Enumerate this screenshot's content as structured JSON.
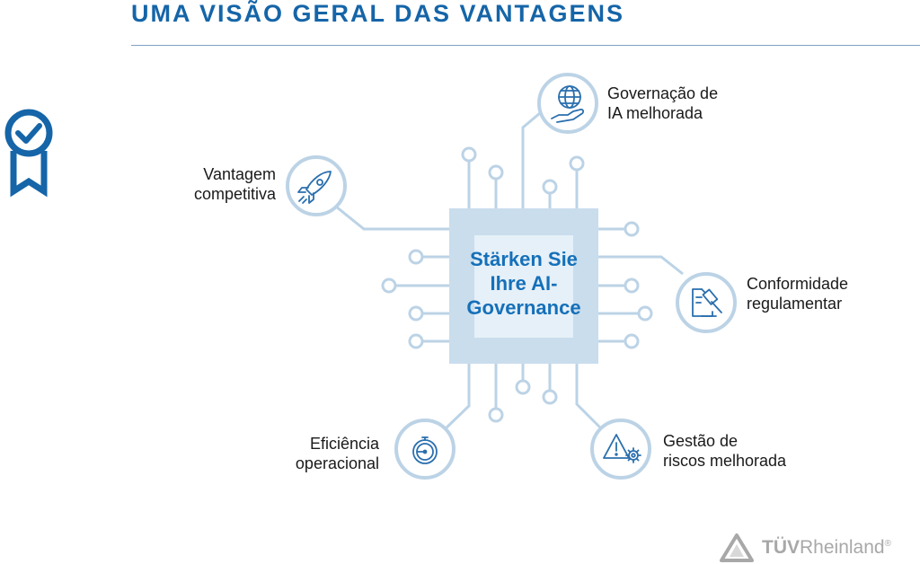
{
  "header": {
    "title": "UMA VISÃO GERAL DAS VANTAGENS"
  },
  "chip": {
    "line1": "Stärken Sie",
    "line2": "Ihre AI-",
    "line3": "Governance"
  },
  "benefits": [
    {
      "line1": "Governação de",
      "line2": "IA melhorada",
      "icon": "globe-hand-icon"
    },
    {
      "line1": "Vantagem",
      "line2": "competitiva",
      "icon": "rocket-icon"
    },
    {
      "line1": "Conformidade",
      "line2": "regulamentar",
      "icon": "document-gavel-icon"
    },
    {
      "line1": "Eficiência",
      "line2": "operacional",
      "icon": "stopwatch-icon"
    },
    {
      "line1": "Gestão de",
      "line2": "riscos melhorada",
      "icon": "warning-gear-icon"
    }
  ],
  "logo": {
    "brand_bold": "TÜV",
    "brand_rest": "Rheinland",
    "mark": "®"
  },
  "colors": {
    "title": "#1565a8",
    "chip_text": "#1570b9",
    "chip_fill": "#c9dded",
    "chip_inner": "#e6f0f8",
    "line": "#bcd3e6",
    "icon": "#2a6fae",
    "logo": "#a8a8a8"
  }
}
